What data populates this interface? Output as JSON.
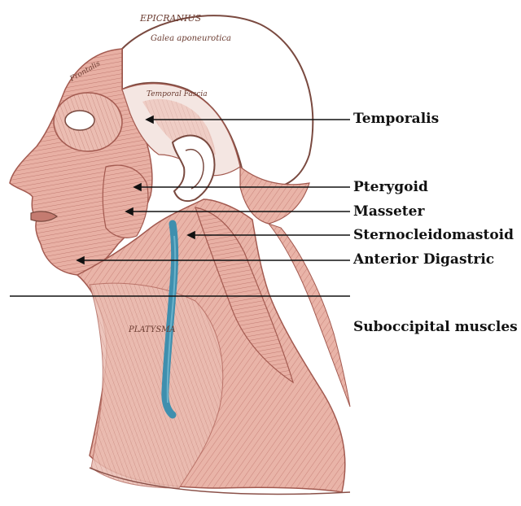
{
  "labels": {
    "temporalis": "Temporalis",
    "pterygoid": "Pterygoid",
    "masseter": "Masseter",
    "sternocleidomastoid": "Sternocleidomastoid",
    "anterior_digastric": "Anterior Digastric",
    "suboccipital": "Suboccipital muscles"
  },
  "engraving": {
    "epicranius": "EPICRANIUS",
    "galea": "Galea aponeurotica",
    "temporal_fascia": "Temporal Fascia",
    "frontalis": "Frontalis",
    "platysma": "PLATYSMA"
  },
  "colors": {
    "muscle": "#e8b0a4",
    "muscle_dark": "#b8675c",
    "skin_outline": "#a35a50",
    "vein": "#3f8fae",
    "leader_line": "#111111"
  }
}
